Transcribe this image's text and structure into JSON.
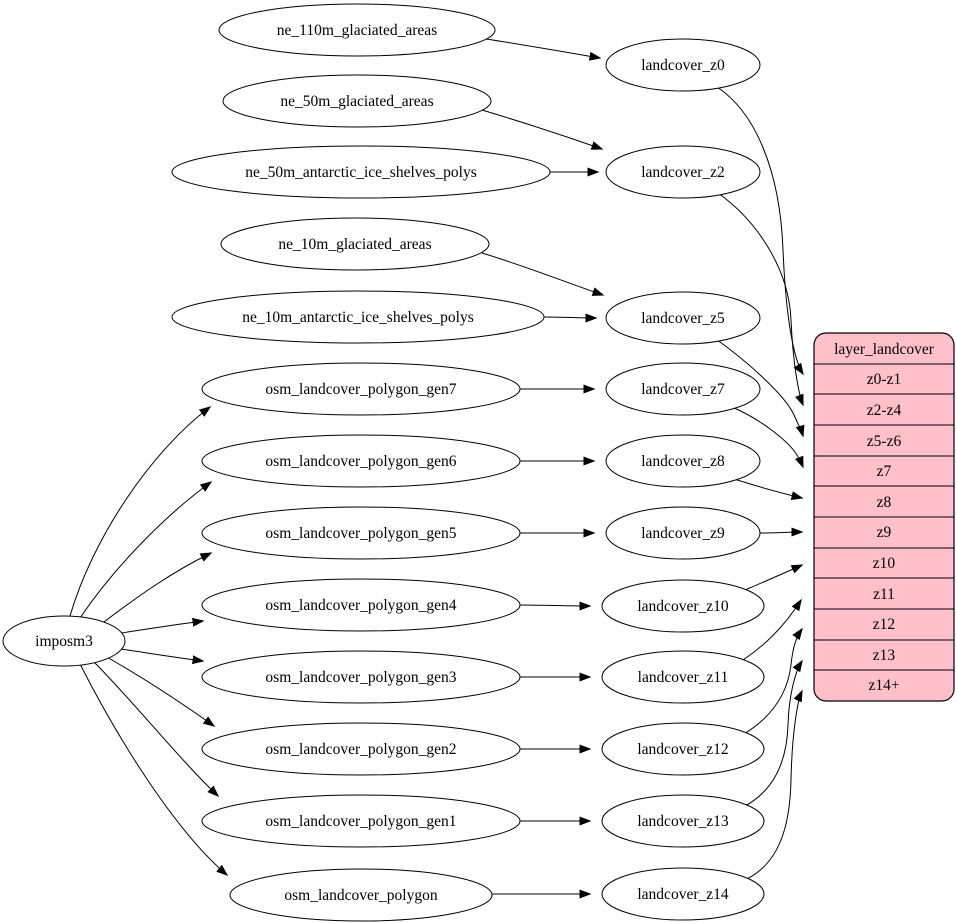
{
  "colors": {
    "background": "#ffffff",
    "node_fill": "#ffffff",
    "node_stroke": "#000000",
    "edge_color": "#000000",
    "record_fill": "#ffc0cb"
  },
  "nodes": [
    {
      "id": "imposm3",
      "label": "imposm3"
    },
    {
      "id": "ne_110m_glaciated_areas",
      "label": "ne_110m_glaciated_areas"
    },
    {
      "id": "ne_50m_glaciated_areas",
      "label": "ne_50m_glaciated_areas"
    },
    {
      "id": "ne_50m_antarctic_ice_shelves_polys",
      "label": "ne_50m_antarctic_ice_shelves_polys"
    },
    {
      "id": "ne_10m_glaciated_areas",
      "label": "ne_10m_glaciated_areas"
    },
    {
      "id": "ne_10m_antarctic_ice_shelves_polys",
      "label": "ne_10m_antarctic_ice_shelves_polys"
    },
    {
      "id": "osm_landcover_polygon_gen7",
      "label": "osm_landcover_polygon_gen7"
    },
    {
      "id": "osm_landcover_polygon_gen6",
      "label": "osm_landcover_polygon_gen6"
    },
    {
      "id": "osm_landcover_polygon_gen5",
      "label": "osm_landcover_polygon_gen5"
    },
    {
      "id": "osm_landcover_polygon_gen4",
      "label": "osm_landcover_polygon_gen4"
    },
    {
      "id": "osm_landcover_polygon_gen3",
      "label": "osm_landcover_polygon_gen3"
    },
    {
      "id": "osm_landcover_polygon_gen2",
      "label": "osm_landcover_polygon_gen2"
    },
    {
      "id": "osm_landcover_polygon_gen1",
      "label": "osm_landcover_polygon_gen1"
    },
    {
      "id": "osm_landcover_polygon",
      "label": "osm_landcover_polygon"
    },
    {
      "id": "landcover_z0",
      "label": "landcover_z0"
    },
    {
      "id": "landcover_z2",
      "label": "landcover_z2"
    },
    {
      "id": "landcover_z5",
      "label": "landcover_z5"
    },
    {
      "id": "landcover_z7",
      "label": "landcover_z7"
    },
    {
      "id": "landcover_z8",
      "label": "landcover_z8"
    },
    {
      "id": "landcover_z9",
      "label": "landcover_z9"
    },
    {
      "id": "landcover_z10",
      "label": "landcover_z10"
    },
    {
      "id": "landcover_z11",
      "label": "landcover_z11"
    },
    {
      "id": "landcover_z12",
      "label": "landcover_z12"
    },
    {
      "id": "landcover_z13",
      "label": "landcover_z13"
    },
    {
      "id": "landcover_z14",
      "label": "landcover_z14"
    }
  ],
  "record": {
    "title": "layer_landcover",
    "rows": [
      "z0-z1",
      "z2-z4",
      "z5-z6",
      "z7",
      "z8",
      "z9",
      "z10",
      "z11",
      "z12",
      "z13",
      "z14+"
    ]
  },
  "edges": [
    {
      "from": "ne_110m_glaciated_areas",
      "to": "landcover_z0"
    },
    {
      "from": "ne_50m_glaciated_areas",
      "to": "landcover_z2"
    },
    {
      "from": "ne_50m_antarctic_ice_shelves_polys",
      "to": "landcover_z2"
    },
    {
      "from": "ne_10m_glaciated_areas",
      "to": "landcover_z5"
    },
    {
      "from": "ne_10m_antarctic_ice_shelves_polys",
      "to": "landcover_z5"
    },
    {
      "from": "imposm3",
      "to": "osm_landcover_polygon_gen7"
    },
    {
      "from": "imposm3",
      "to": "osm_landcover_polygon_gen6"
    },
    {
      "from": "imposm3",
      "to": "osm_landcover_polygon_gen5"
    },
    {
      "from": "imposm3",
      "to": "osm_landcover_polygon_gen4"
    },
    {
      "from": "imposm3",
      "to": "osm_landcover_polygon_gen3"
    },
    {
      "from": "imposm3",
      "to": "osm_landcover_polygon_gen2"
    },
    {
      "from": "imposm3",
      "to": "osm_landcover_polygon_gen1"
    },
    {
      "from": "imposm3",
      "to": "osm_landcover_polygon"
    },
    {
      "from": "osm_landcover_polygon_gen7",
      "to": "landcover_z7"
    },
    {
      "from": "osm_landcover_polygon_gen6",
      "to": "landcover_z8"
    },
    {
      "from": "osm_landcover_polygon_gen5",
      "to": "landcover_z9"
    },
    {
      "from": "osm_landcover_polygon_gen4",
      "to": "landcover_z10"
    },
    {
      "from": "osm_landcover_polygon_gen3",
      "to": "landcover_z11"
    },
    {
      "from": "osm_landcover_polygon_gen2",
      "to": "landcover_z12"
    },
    {
      "from": "osm_landcover_polygon_gen1",
      "to": "landcover_z13"
    },
    {
      "from": "osm_landcover_polygon",
      "to": "landcover_z14"
    },
    {
      "from": "landcover_z0",
      "to": "layer_landcover:z0-z1"
    },
    {
      "from": "landcover_z2",
      "to": "layer_landcover:z2-z4"
    },
    {
      "from": "landcover_z5",
      "to": "layer_landcover:z5-z6"
    },
    {
      "from": "landcover_z7",
      "to": "layer_landcover:z7"
    },
    {
      "from": "landcover_z8",
      "to": "layer_landcover:z8"
    },
    {
      "from": "landcover_z9",
      "to": "layer_landcover:z9"
    },
    {
      "from": "landcover_z10",
      "to": "layer_landcover:z10"
    },
    {
      "from": "landcover_z11",
      "to": "layer_landcover:z11"
    },
    {
      "from": "landcover_z12",
      "to": "layer_landcover:z12"
    },
    {
      "from": "landcover_z13",
      "to": "layer_landcover:z13"
    },
    {
      "from": "landcover_z14",
      "to": "layer_landcover:z14+"
    }
  ]
}
